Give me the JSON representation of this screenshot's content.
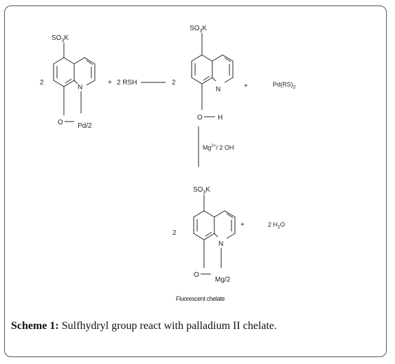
{
  "scheme": {
    "molecules": {
      "reactant": {
        "coefficient": "2",
        "substituent_main": "SO",
        "substituent_sub": "3",
        "substituent_tail": "K",
        "n_label": "N",
        "o_label": "O",
        "metal_label": "Pd/2"
      },
      "product_oxine": {
        "coefficient": "2",
        "substituent_main": "SO",
        "substituent_sub": "3",
        "substituent_tail": "K",
        "n_label": "N",
        "o_label": "O",
        "h_label": "H"
      },
      "chelate": {
        "coefficient": "2",
        "substituent_main": "SO",
        "substituent_sub": "3",
        "substituent_tail": "K",
        "n_label": "N",
        "o_label": "O",
        "metal_label": "Mg/2",
        "name": "Fluorescent chelate"
      }
    },
    "reagents": {
      "plus_1": "+",
      "rsh": "2 RSH",
      "plus_2": "+",
      "pd_rs_main": "Pd(RS)",
      "pd_rs_sub": "2",
      "plus_3": "+",
      "water_pre": "2 H",
      "water_sub": "2",
      "water_post": "O",
      "conditions_mg": "Mg",
      "conditions_mg_sup": "2+",
      "conditions_mid": "/ 2 OH",
      "conditions_oh_sup": "-"
    }
  },
  "caption": {
    "label": "Scheme 1:",
    "text": " Sulfhydryl group react with palladium II chelate."
  }
}
